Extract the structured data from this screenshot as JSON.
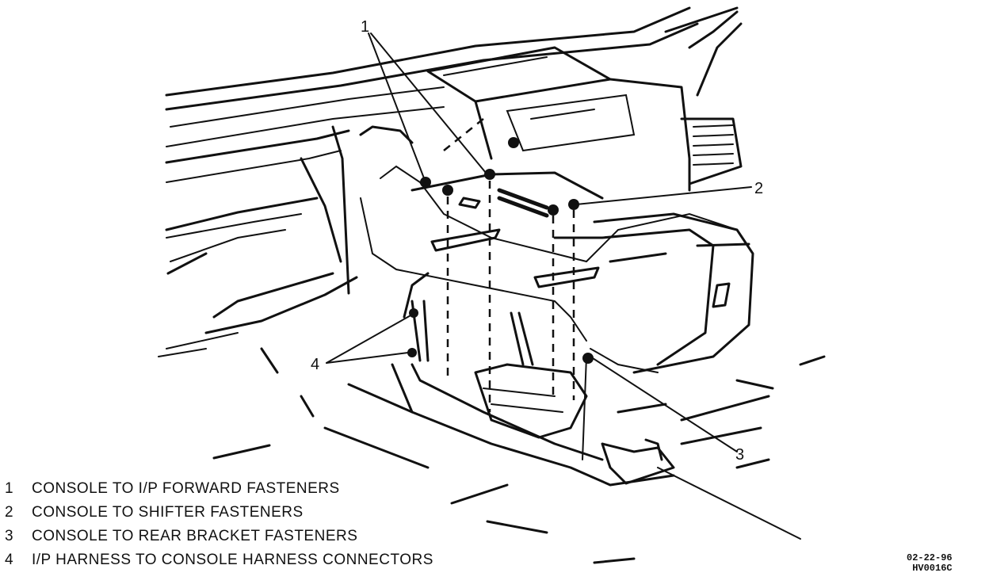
{
  "callouts": [
    {
      "number": "1"
    },
    {
      "number": "2"
    },
    {
      "number": "3"
    },
    {
      "number": "4"
    }
  ],
  "legend": [
    {
      "number": "1",
      "text": "CONSOLE TO I/P FORWARD FASTENERS"
    },
    {
      "number": "2",
      "text": "CONSOLE TO SHIFTER FASTENERS"
    },
    {
      "number": "3",
      "text": "CONSOLE TO REAR BRACKET FASTENERS"
    },
    {
      "number": "4",
      "text": "I/P HARNESS TO CONSOLE HARNESS CONNECTORS"
    }
  ],
  "stamp": {
    "date": "02-22-96",
    "code": "HV0016C"
  }
}
